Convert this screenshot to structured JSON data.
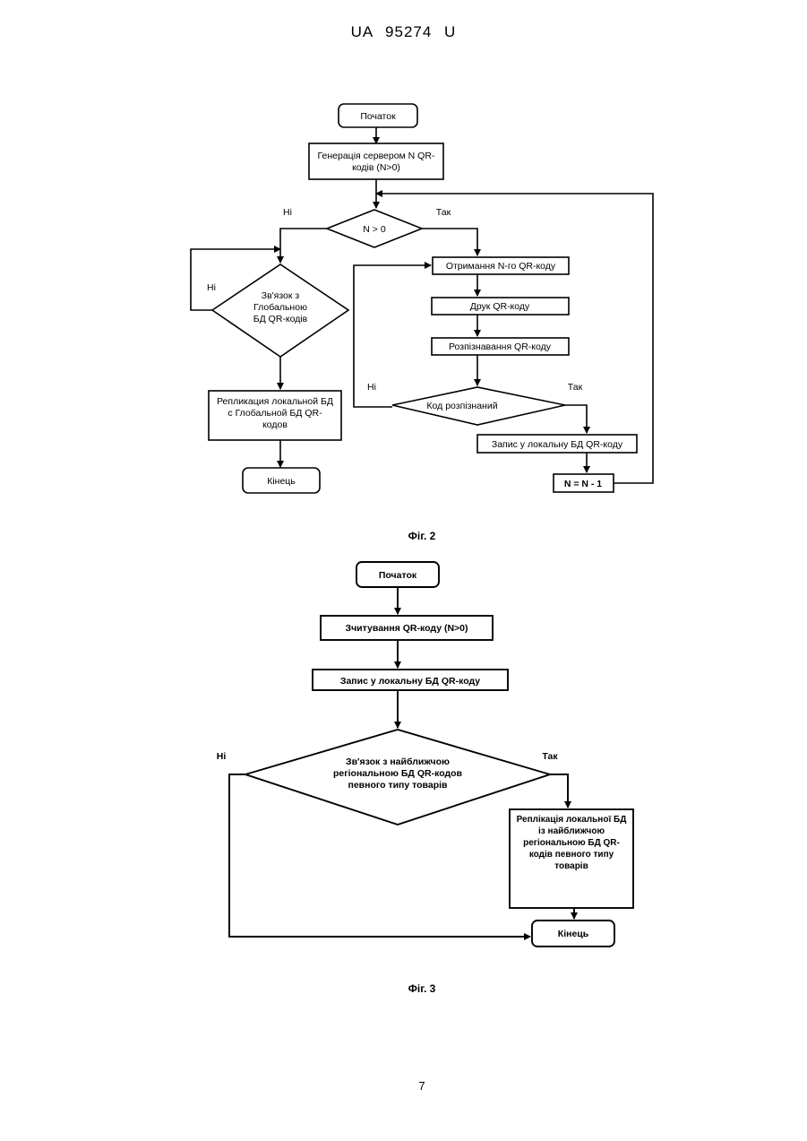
{
  "header": {
    "doc_number": "UA   95274   U"
  },
  "fig2": {
    "caption": "Фіг. 2",
    "start": "Початок",
    "generate": [
      "Генерація сервером N QR-",
      "кодів (N>0)"
    ],
    "cond_n": "N > 0",
    "no_label_left": "Ні",
    "yes_label_top": "Так",
    "connection": [
      "Зв'язок  з",
      "Глобальною",
      "БД QR-кодів"
    ],
    "no_label_loop": "Ні",
    "replication": [
      "Репликация локальной БД",
      "с Глобальной БД QR-",
      "кодов"
    ],
    "end": "Кінець",
    "get_code": "Отримання N-го QR-коду",
    "print_code": "Друк QR-коду",
    "recognize": "Розпізнавання QR-коду",
    "recognized": "Код розпізнаний",
    "no_label_recog": "Ні",
    "yes_label_recog": "Так",
    "write_local": "Запис у локальну БД QR-коду",
    "decrement": "N = N - 1"
  },
  "fig3": {
    "caption": "Фіг. 3",
    "start": "Початок",
    "read_code": "Зчитування QR-коду (N>0)",
    "write_local": "Запис у локальну БД QR-коду",
    "connection": [
      "Зв'язок з найближчою",
      "регіональною БД QR-кодов",
      "певного типу товарів"
    ],
    "no_label": "Ні",
    "yes_label": "Так",
    "replication": [
      "Реплікація локальної БД",
      "із найближчою",
      "регіональною БД QR-",
      "кодів певного типу",
      "товарів"
    ],
    "end": "Кінець"
  },
  "page_number": "7"
}
